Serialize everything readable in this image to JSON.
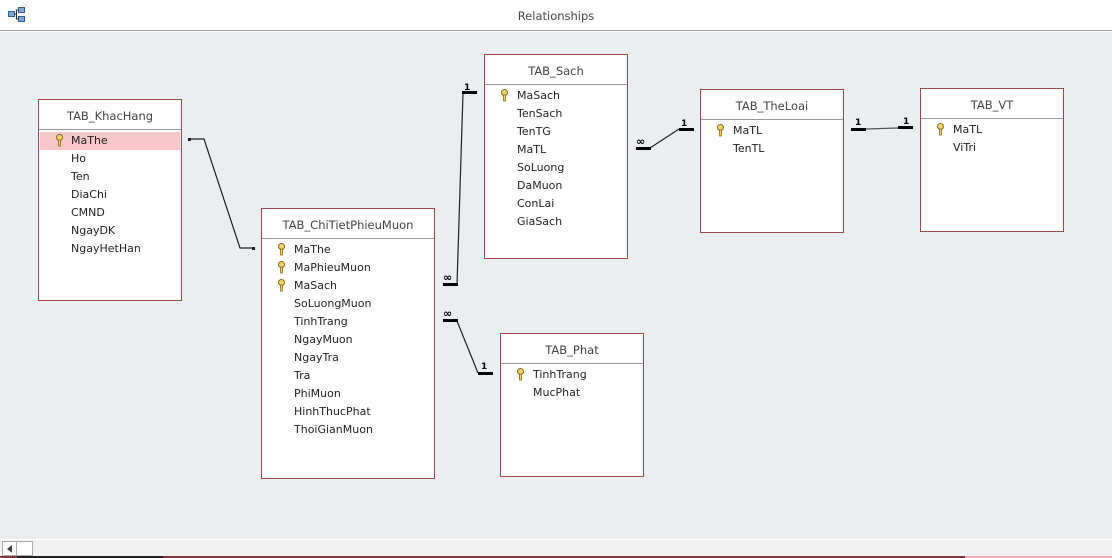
{
  "window": {
    "title": "Relationships",
    "icon": "relationships-icon"
  },
  "tables": {
    "khachhang": {
      "name": "TAB_KhacHang",
      "fields": [
        {
          "name": "MaThe",
          "key": true,
          "selected": true
        },
        {
          "name": "Ho",
          "key": false
        },
        {
          "name": "Ten",
          "key": false
        },
        {
          "name": "DiaChi",
          "key": false
        },
        {
          "name": "CMND",
          "key": false
        },
        {
          "name": "NgayDK",
          "key": false
        },
        {
          "name": "NgayHetHan",
          "key": false
        }
      ]
    },
    "chitiet": {
      "name": "TAB_ChiTietPhieuMuon",
      "fields": [
        {
          "name": "MaThe",
          "key": true
        },
        {
          "name": "MaPhieuMuon",
          "key": true
        },
        {
          "name": "MaSach",
          "key": true
        },
        {
          "name": "SoLuongMuon",
          "key": false
        },
        {
          "name": "TinhTrang",
          "key": false
        },
        {
          "name": "NgayMuon",
          "key": false
        },
        {
          "name": "NgayTra",
          "key": false
        },
        {
          "name": "Tra",
          "key": false
        },
        {
          "name": "PhiMuon",
          "key": false
        },
        {
          "name": "HinhThucPhat",
          "key": false
        },
        {
          "name": "ThoiGianMuon",
          "key": false
        }
      ]
    },
    "sach": {
      "name": "TAB_Sach",
      "fields": [
        {
          "name": "MaSach",
          "key": true
        },
        {
          "name": "TenSach",
          "key": false
        },
        {
          "name": "TenTG",
          "key": false
        },
        {
          "name": "MaTL",
          "key": false
        },
        {
          "name": "SoLuong",
          "key": false
        },
        {
          "name": "DaMuon",
          "key": false
        },
        {
          "name": "ConLai",
          "key": false
        },
        {
          "name": "GiaSach",
          "key": false
        }
      ]
    },
    "theloai": {
      "name": "TAB_TheLoai",
      "fields": [
        {
          "name": "MaTL",
          "key": true
        },
        {
          "name": "TenTL",
          "key": false
        }
      ]
    },
    "vt": {
      "name": "TAB_VT",
      "fields": [
        {
          "name": "MaTL",
          "key": true
        },
        {
          "name": "ViTri",
          "key": false
        }
      ]
    },
    "phat": {
      "name": "TAB_Phat",
      "fields": [
        {
          "name": "TinhTrang",
          "key": true
        },
        {
          "name": "MucPhat",
          "key": false
        }
      ]
    }
  },
  "relationships": [
    {
      "from": "TAB_KhacHang.MaThe",
      "to": "TAB_ChiTietPhieuMuon.MaThe",
      "from_label": "",
      "to_label": ""
    },
    {
      "from": "TAB_Sach.MaSach",
      "to": "TAB_ChiTietPhieuMuon.MaSach",
      "from_label": "1",
      "to_label": "∞"
    },
    {
      "from": "TAB_TheLoai.MaTL",
      "to": "TAB_Sach.MaTL",
      "from_label": "1",
      "to_label": "∞"
    },
    {
      "from": "TAB_TheLoai.MaTL",
      "to": "TAB_VT.MaTL",
      "from_label": "1",
      "to_label": "1"
    },
    {
      "from": "TAB_Phat.TinhTrang",
      "to": "TAB_ChiTietPhieuMuon.TinhTrang",
      "from_label": "1",
      "to_label": "∞"
    }
  ],
  "labels": {
    "one": "1",
    "many": "∞"
  }
}
